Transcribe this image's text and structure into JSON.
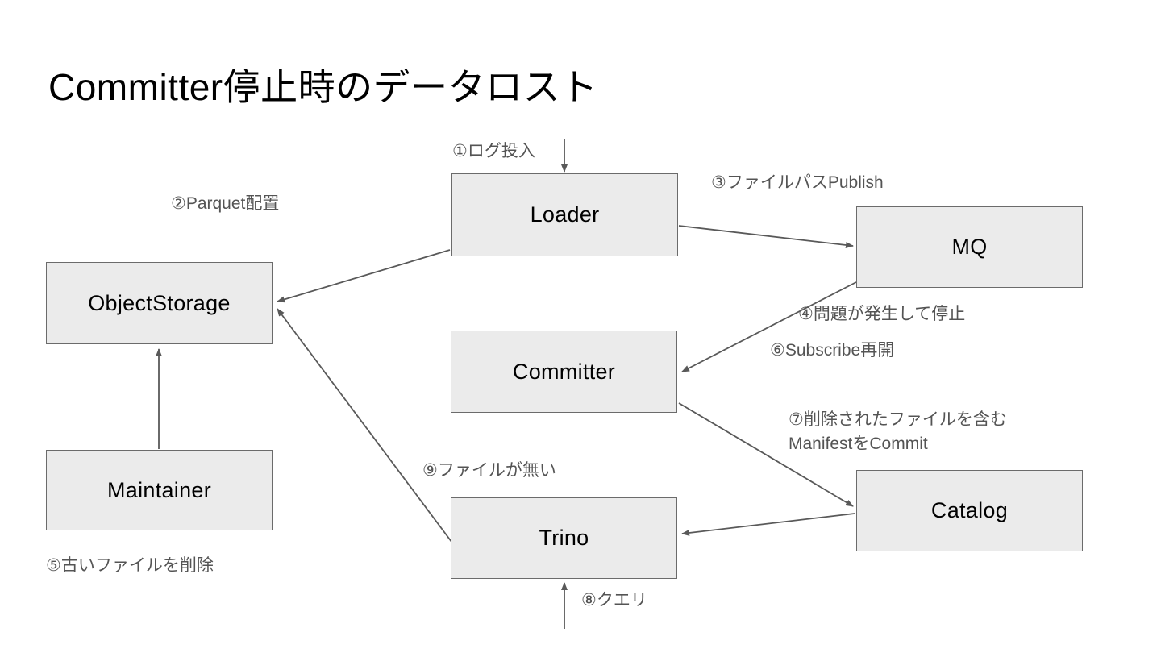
{
  "slide": {
    "title": "Committer停止時のデータロスト",
    "background_color": "#ffffff",
    "node_fill_color": "#ebebeb",
    "node_border_color": "#6b6b6b",
    "edge_color": "#595959",
    "label_color": "#545454"
  },
  "nodes": [
    {
      "id": "loader",
      "label": "Loader"
    },
    {
      "id": "mq",
      "label": "MQ"
    },
    {
      "id": "objectstorage",
      "label": "ObjectStorage"
    },
    {
      "id": "committer",
      "label": "Committer"
    },
    {
      "id": "maintainer",
      "label": "Maintainer"
    },
    {
      "id": "catalog",
      "label": "Catalog"
    },
    {
      "id": "trino",
      "label": "Trino"
    }
  ],
  "edge_labels": [
    {
      "id": "step1",
      "text": "①ログ投入"
    },
    {
      "id": "step2",
      "text": "②Parquet配置"
    },
    {
      "id": "step3",
      "text": "③ファイルパスPublish"
    },
    {
      "id": "step4",
      "text": "④問題が発生して停止"
    },
    {
      "id": "step5",
      "text": "⑤古いファイルを削除"
    },
    {
      "id": "step6",
      "text": "⑥Subscribe再開"
    },
    {
      "id": "step7_line1",
      "text": "⑦削除されたファイルを含む"
    },
    {
      "id": "step7_line2",
      "text": "ManifestをCommit"
    },
    {
      "id": "step8",
      "text": "⑧クエリ"
    },
    {
      "id": "step9",
      "text": "⑨ファイルが無い"
    }
  ]
}
